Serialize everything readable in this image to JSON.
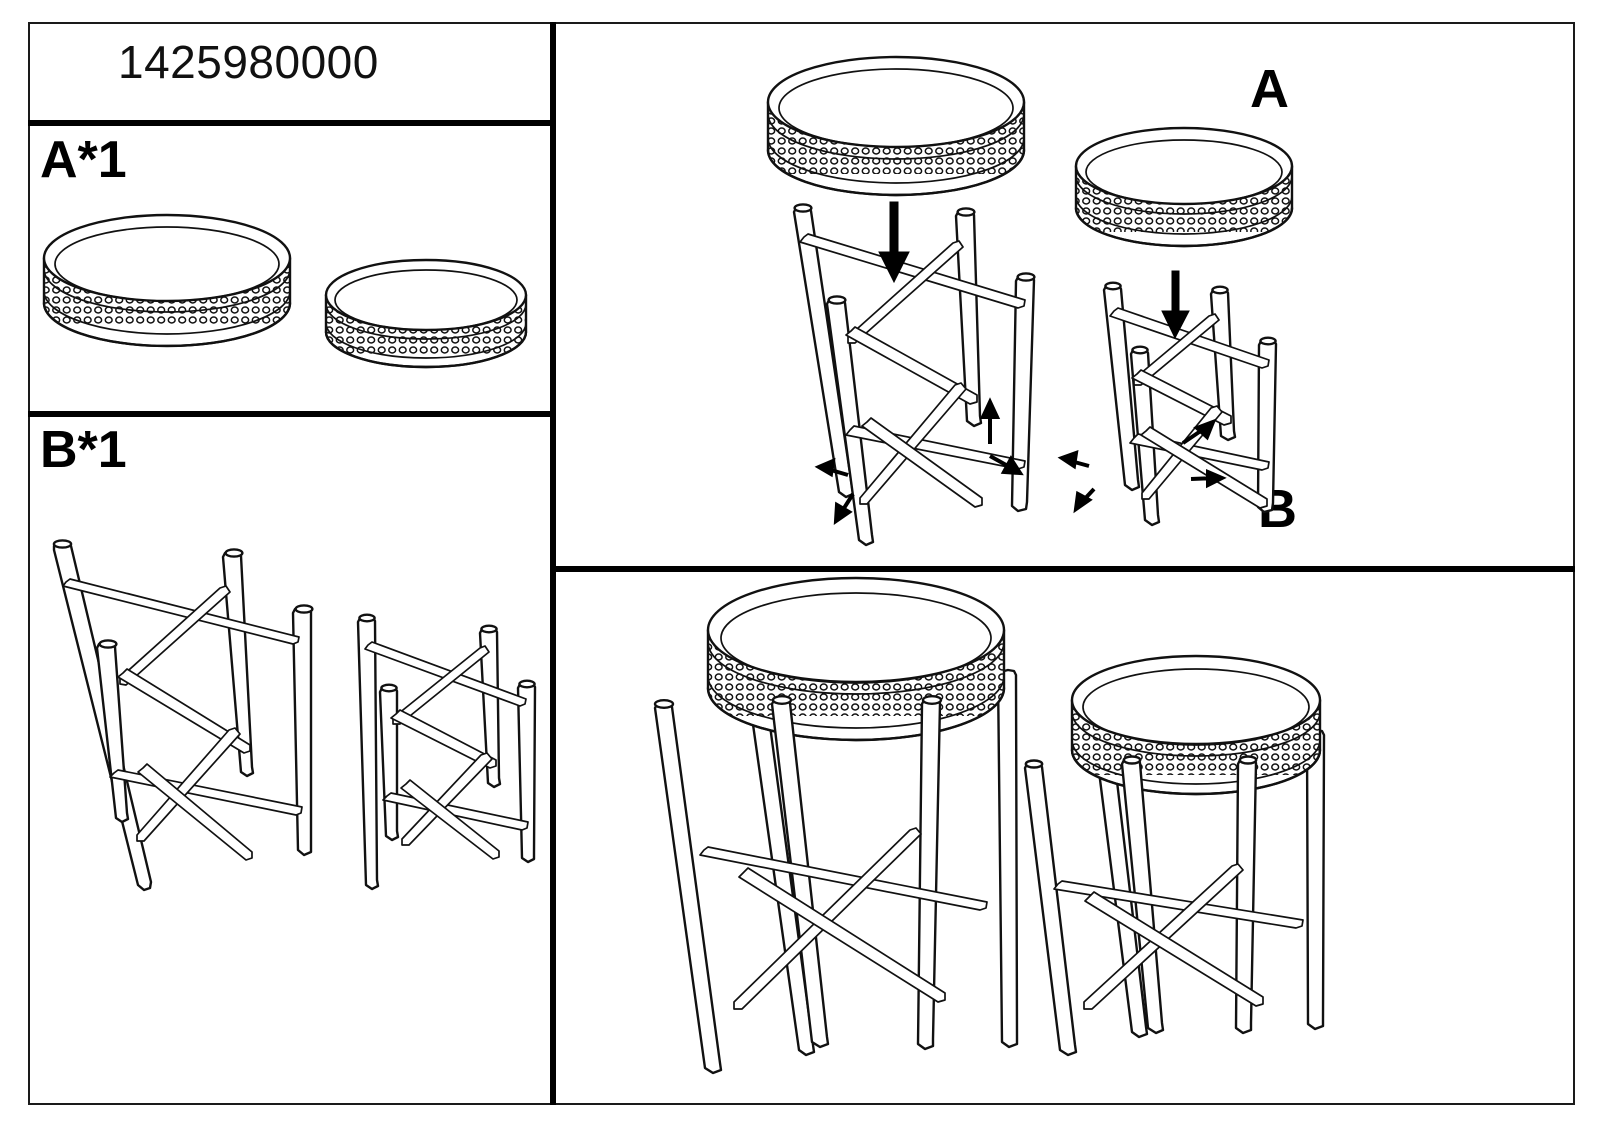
{
  "document": {
    "type": "assembly-instruction-sheet",
    "title": "1425980000",
    "product": "nesting round planter side tables with folding stands",
    "line_color": "#111111",
    "background_color": "#ffffff"
  },
  "parts_list": {
    "panel_name": "parts-list-column",
    "items": [
      {
        "code": "A",
        "label": "A*1",
        "quantity": 1,
        "description": "round perforated planter bin / bowl, set of two sizes"
      },
      {
        "code": "B",
        "label": "B*1",
        "quantity": 1,
        "description": "folding four-leg tubular stand with X cross brace, set of two sizes"
      }
    ]
  },
  "steps": [
    {
      "index": 1,
      "panel_name": "assembly-step-panel",
      "labels": [
        {
          "text": "A",
          "role": "component-callout-bowl"
        },
        {
          "text": "B",
          "role": "component-callout-stand"
        }
      ],
      "arrows": [
        {
          "kind": "insert-down",
          "count": 2,
          "meaning": "lower bowl A onto opened stand B"
        },
        {
          "kind": "spread-out",
          "count": 6,
          "meaning": "unfold the stand legs outward"
        }
      ]
    },
    {
      "index": 2,
      "panel_name": "finished-assembly-panel",
      "labels": [],
      "description": "two completed planter tables, large and small"
    }
  ]
}
